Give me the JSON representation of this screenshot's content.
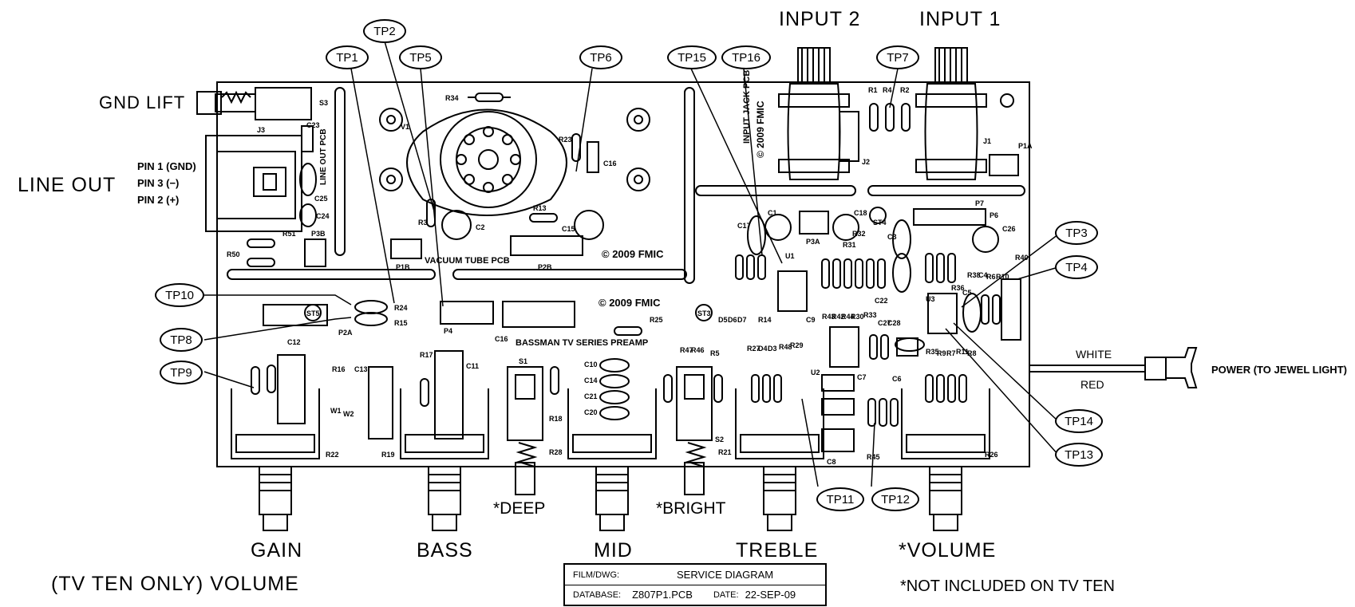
{
  "labels": {
    "input2": "INPUT 2",
    "input1": "INPUT 1",
    "gnd_lift": "GND LIFT",
    "line_out": "LINE OUT",
    "pin1": "PIN 1 (GND)",
    "pin3": "PIN 3 (−)",
    "pin2": "PIN 2 (+)",
    "white": "WHITE",
    "red": "RED",
    "power": "POWER (TO JEWEL LIGHT)",
    "deep": "*DEEP",
    "bright": "*BRIGHT",
    "gain": "GAIN",
    "bass": "BASS",
    "mid": "MID",
    "treble": "TREBLE",
    "volume": "*VOLUME",
    "tv_ten_volume": "(TV TEN ONLY) VOLUME",
    "not_included": "*NOT INCLUDED ON TV TEN"
  },
  "board_text": {
    "vacuum_tube_pcb": "VACUUM TUBE PCB",
    "copyright_tube": "© 2009 FMIC",
    "copyright_main": "© 2009 FMIC",
    "bassman_preamp": "BASSMAN TV SERIES PREAMP",
    "input_jack_pcb": "INPUT JACK PCB",
    "copyright_jack": "© 2009 FMIC",
    "line_out_pcb": "LINE OUT PCB"
  },
  "test_points": {
    "tp1": "TP1",
    "tp2": "TP2",
    "tp3": "TP3",
    "tp4": "TP4",
    "tp5": "TP5",
    "tp6": "TP6",
    "tp7": "TP7",
    "tp8": "TP8",
    "tp9": "TP9",
    "tp10": "TP10",
    "tp11": "TP11",
    "tp12": "TP12",
    "tp13": "TP13",
    "tp14": "TP14",
    "tp15": "TP15",
    "tp16": "TP16"
  },
  "components": {
    "r34": "R34",
    "v1": "V1",
    "r23": "R23",
    "c16": "C16",
    "r3": "R3",
    "c2": "C2",
    "r13": "R13",
    "c15": "C15",
    "p1b": "P1B",
    "p2b": "P2B",
    "r50": "R50",
    "r51": "R51",
    "p3b": "P3B",
    "c24": "C24",
    "c25": "C25",
    "c23": "C23",
    "s3": "S3",
    "j3": "J3",
    "st5": "ST5",
    "p2a": "P2A",
    "r24": "R24",
    "r15": "R15",
    "p4": "P4",
    "c16b": "C16",
    "r25": "R25",
    "st3": "ST3",
    "c10": "C10",
    "c14": "C14",
    "c21": "C21",
    "c20": "C20",
    "s1": "S1",
    "s2": "S2",
    "r18": "R18",
    "r28": "R28",
    "r22": "R22",
    "r19": "R19",
    "r21": "R21",
    "r26": "R26",
    "c13": "C13",
    "c11": "C11",
    "c12": "C12",
    "r16": "R16",
    "r17": "R17",
    "w1": "W1",
    "w2": "W2",
    "r47": "R47",
    "r46": "R46",
    "r5": "R5",
    "u1": "U1",
    "u2": "U2",
    "u3": "U3",
    "c17": "C17",
    "c1": "C1",
    "p3a": "P3A",
    "st4": "ST4",
    "p6": "P6",
    "p7": "P7",
    "j1": "J1",
    "j2": "J2",
    "p1a": "P1A",
    "r1": "R1",
    "r4": "R4",
    "r2": "R2",
    "r32": "R32",
    "r31": "R31",
    "r40": "R40",
    "r43": "R43",
    "r42": "R42",
    "r44": "R44",
    "r30": "R30",
    "r33": "R33",
    "c22": "C22",
    "c27": "C27",
    "c28": "C28",
    "c9": "C9",
    "c7": "C7",
    "r27": "R27",
    "d4": "D4",
    "d3": "D3",
    "r48": "R48",
    "r29": "R29",
    "c8": "C8",
    "r45": "R45",
    "r35": "R35",
    "r9": "R9",
    "r7": "R7",
    "r11": "R11",
    "r8": "R8",
    "c3": "C3",
    "c4": "C4",
    "c5": "C5",
    "c6": "C6",
    "r36": "R36",
    "r38": "R38",
    "r6": "R6",
    "r10": "R10",
    "d5": "D5",
    "d6": "D6",
    "d7": "D7",
    "r14": "R14",
    "c26": "C26",
    "c18": "C18"
  },
  "title_block": {
    "film_dwg_label": "FILM/DWG:",
    "film_dwg_value": "SERVICE DIAGRAM",
    "database_label": "DATABASE:",
    "database_value": "Z807P1.PCB",
    "date_label": "DATE:",
    "date_value": "22-SEP-09"
  }
}
